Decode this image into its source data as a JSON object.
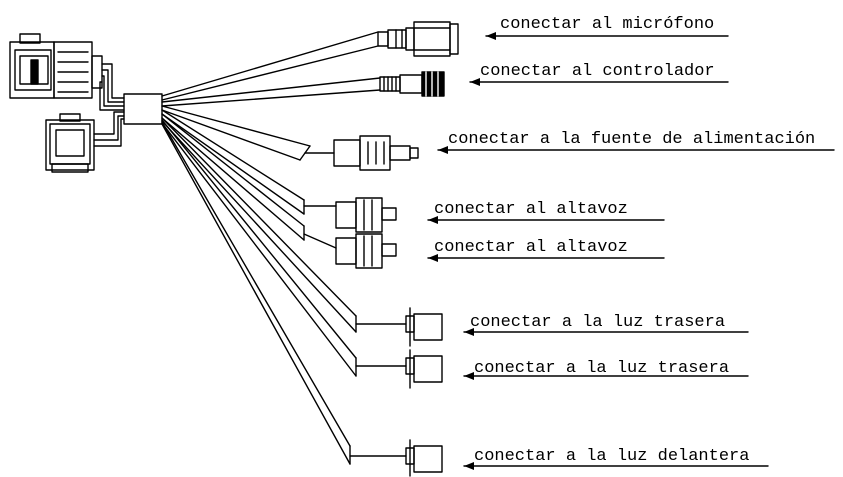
{
  "diagram": {
    "labels": [
      "conectar al micrófono",
      "conectar al controlador",
      "conectar a la fuente de alimentación",
      "conectar al altavoz",
      "conectar al altavoz",
      "conectar a la luz trasera",
      "conectar a la luz trasera",
      "conectar a la luz delantera"
    ]
  },
  "colors": {
    "line": "#000000",
    "background": "#ffffff"
  }
}
